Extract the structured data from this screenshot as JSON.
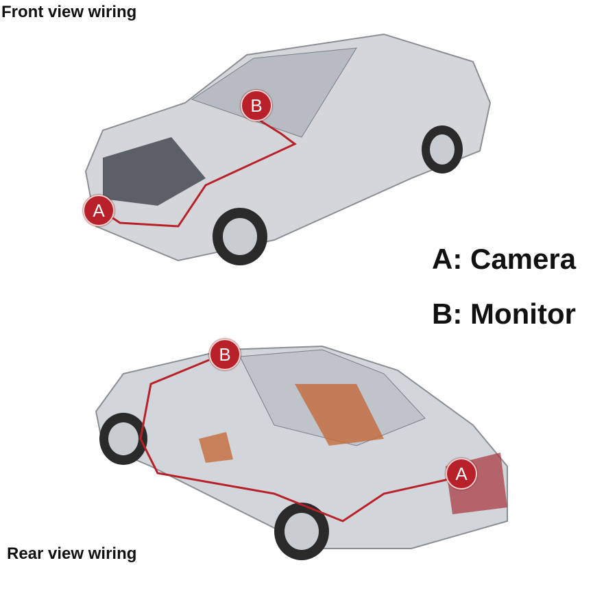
{
  "front": {
    "caption": "Front view wiring",
    "camera_marker": "A",
    "monitor_marker": "B"
  },
  "rear": {
    "caption": "Rear view wiring",
    "camera_marker": "A",
    "monitor_marker": "B"
  },
  "legend": {
    "camera": "A: Camera",
    "monitor": "B: Monitor"
  },
  "colors": {
    "wire": "#b8202a",
    "badge": "#b8202a"
  }
}
